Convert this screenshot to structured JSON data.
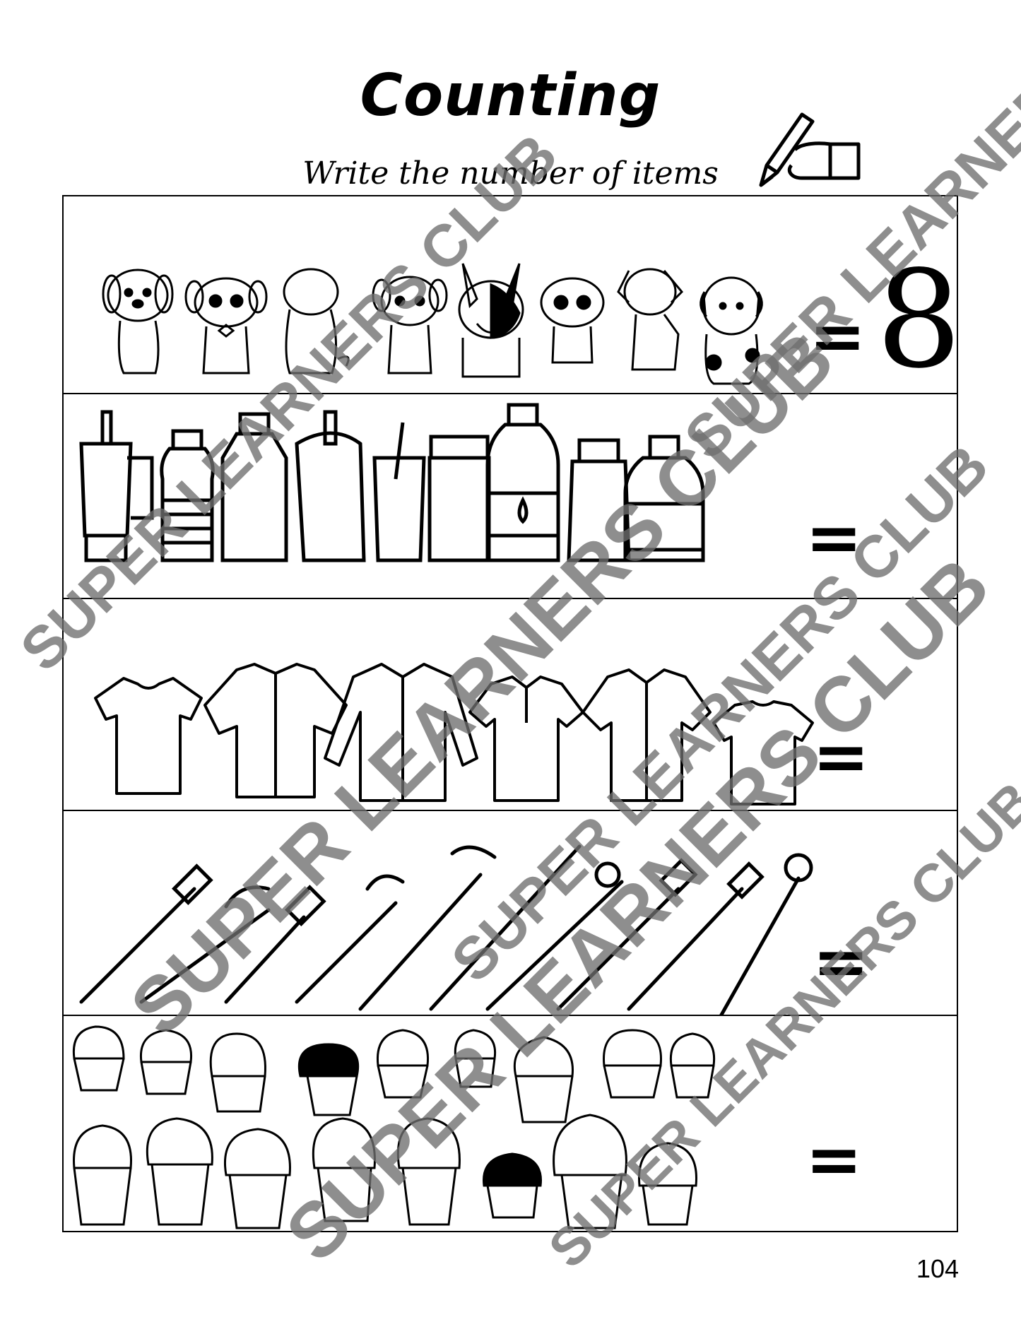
{
  "title": "Counting",
  "subtitle": "Write the number of items",
  "rows": [
    {
      "name": "dogs",
      "equals": "=",
      "answer": "8"
    },
    {
      "name": "bottles",
      "equals": "=",
      "answer": ""
    },
    {
      "name": "shirts",
      "equals": "=",
      "answer": ""
    },
    {
      "name": "toothbrushes",
      "equals": "=",
      "answer": ""
    },
    {
      "name": "cupcakes",
      "equals": "=",
      "answer": ""
    }
  ],
  "page_number": "104",
  "watermark": "SUPER LEARNERS CLUB",
  "icons": [
    "hand-writing-pencil-icon",
    "dog-icon",
    "bottle-icon",
    "shirt-icon",
    "toothbrush-icon",
    "cupcake-icon"
  ]
}
